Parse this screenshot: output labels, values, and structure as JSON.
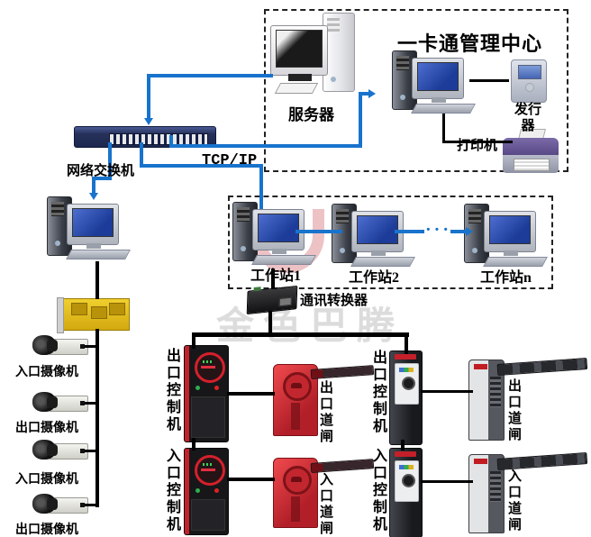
{
  "management_center": {
    "title": "一卡通管理中心",
    "server_label": "服务器",
    "issuer_label": "发行器",
    "printer_label": "打印机"
  },
  "network": {
    "switch_label": "网络交换机",
    "protocol_label": "TCP/IP"
  },
  "workstations": {
    "labels": [
      "工作站1",
      "工作站2",
      "工作站n"
    ],
    "ellipsis": "···"
  },
  "converter": {
    "label": "通讯转换器"
  },
  "cameras": {
    "labels": [
      "入口摄像机",
      "出口摄像机",
      "入口摄像机",
      "出口摄像机"
    ]
  },
  "gate_groups": [
    {
      "style": "red",
      "rows": [
        {
          "controller": "出口控制机",
          "barrier": "出口道闸"
        },
        {
          "controller": "入口控制机",
          "barrier": "入口道闸"
        }
      ]
    },
    {
      "style": "gray",
      "rows": [
        {
          "controller": "出口控制机",
          "barrier": "出口道闸"
        },
        {
          "controller": "入口控制机",
          "barrier": "入口道闸"
        }
      ]
    }
  ],
  "watermark": {
    "text": "金色巴腾"
  },
  "colors": {
    "wire_blue": "#1873cc",
    "wire_black": "#000000",
    "accent_red": "#c4202a",
    "switch_navy": "#2b3a68",
    "capture_card_yellow": "#e2b916"
  }
}
